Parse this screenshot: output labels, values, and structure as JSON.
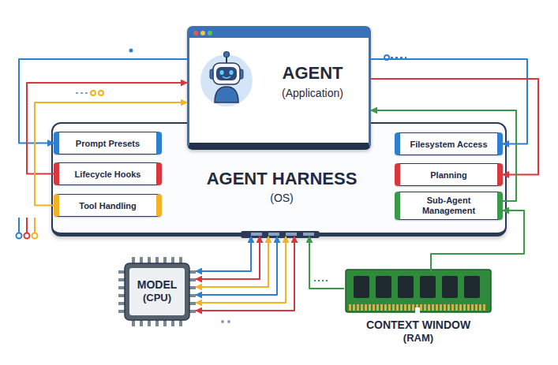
{
  "diagram": {
    "nodes": [
      {
        "text": [
          "AGENT",
          "(Application)"
        ]
      },
      {
        "text": [
          "AGENT HARNESS",
          "(OS)"
        ]
      },
      {
        "text": [
          "Prompt Presets"
        ],
        "in": 1
      },
      {
        "text": [
          "Lifecycle Hooks"
        ],
        "in": 1
      },
      {
        "text": [
          "Tool Handling"
        ],
        "in": 1
      },
      {
        "text": [
          "Filesystem Access"
        ],
        "in": 1
      },
      {
        "text": [
          "Planning"
        ],
        "in": 1
      },
      {
        "text": [
          "Sub-Agent Management"
        ],
        "in": 1
      },
      {
        "text": [
          "MODEL",
          "(CPU)"
        ]
      },
      {
        "text": [
          "CONTEXT WINDOW",
          "(RAM)"
        ]
      }
    ],
    "edges": [
      {
        "from": 0,
        "to": 2,
        "arrow": "to"
      },
      {
        "from": 3,
        "to": 0,
        "arrow": "to"
      },
      {
        "from": 4,
        "to": 0,
        "arrow": "to"
      },
      {
        "from": 0,
        "to": 5,
        "arrow": "to"
      },
      {
        "from": 0,
        "to": 6,
        "arrow": "to"
      },
      {
        "from": 7,
        "to": 0,
        "arrow": "to"
      },
      {
        "from": 8,
        "to": 1,
        "arrow": "both"
      },
      {
        "from": 9,
        "to": 1,
        "arrow": "to"
      },
      {
        "from": 9,
        "to": 7,
        "arrow": "to"
      }
    ]
  }
}
